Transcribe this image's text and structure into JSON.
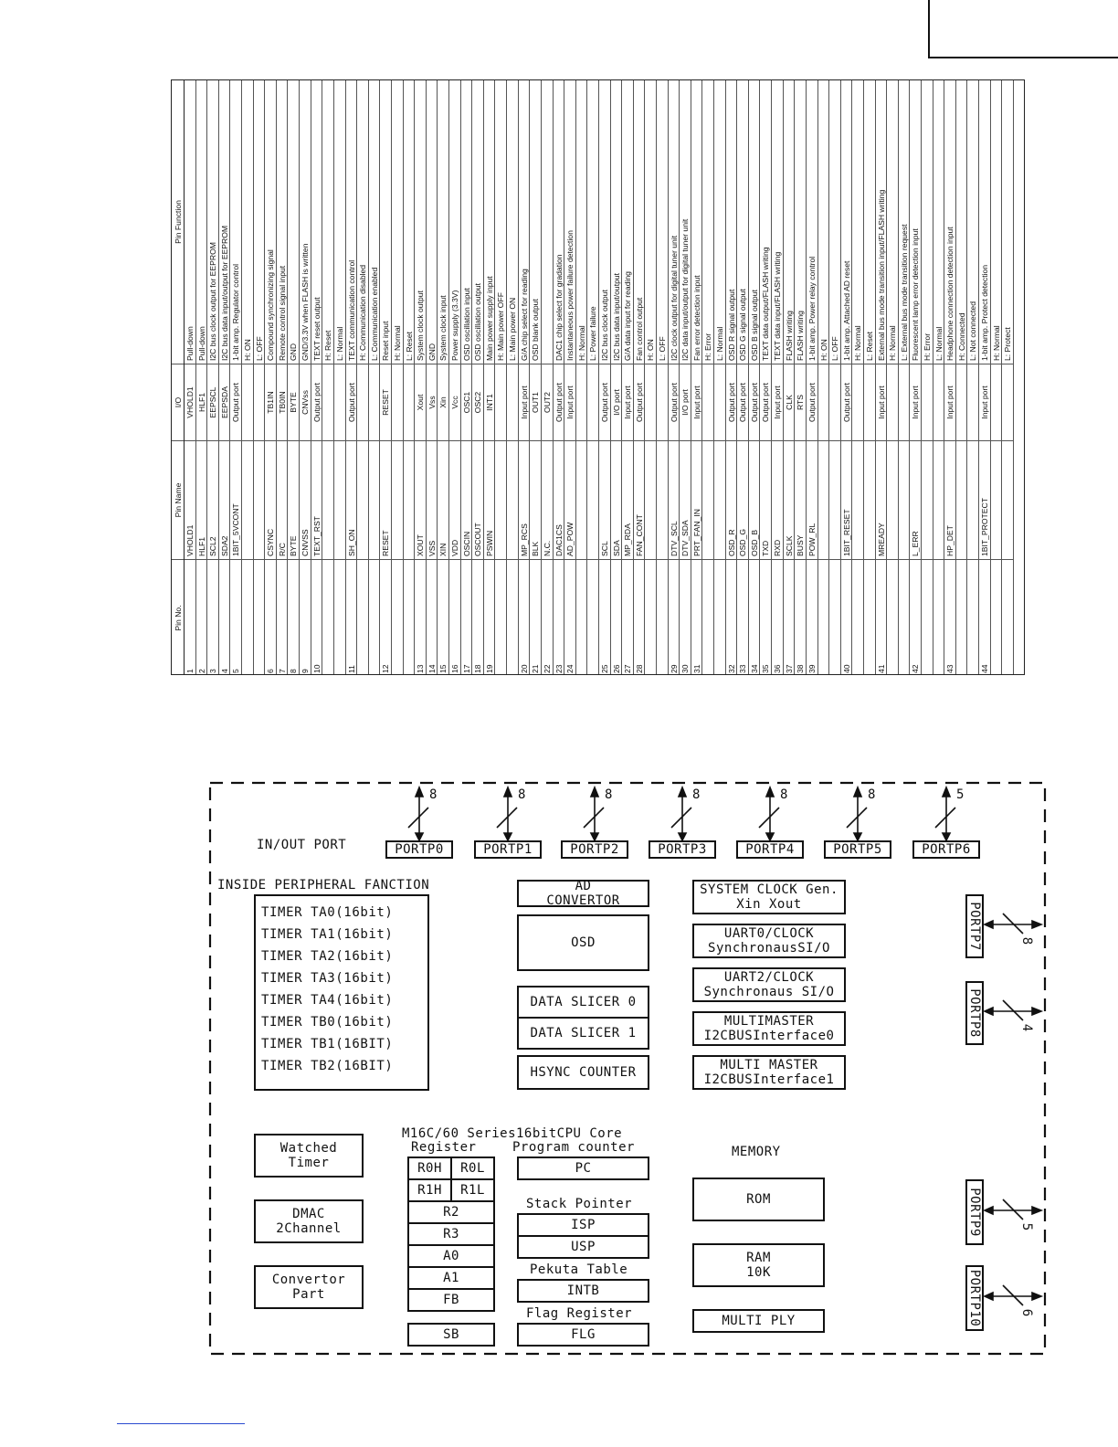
{
  "pin_table": {
    "headers": {
      "no": "Pin No.",
      "name": "Pin Name",
      "io": "I/O",
      "function": "Pin Function"
    },
    "rows": [
      {
        "no": "1",
        "name": "VHOLD1",
        "io": "VHOLD1",
        "fn": "Pull-down"
      },
      {
        "no": "2",
        "name": "HLF1",
        "io": "HLF1",
        "fn": "Pull-down"
      },
      {
        "no": "3",
        "name": "SCL2",
        "io": "EEPSCL",
        "fn": "I2C bus clock output for EEPROM"
      },
      {
        "no": "4",
        "name": "SDA2",
        "io": "EEPSDA",
        "fn": "I2C bus data input/output for EEPROM"
      },
      {
        "no": "5",
        "name": "1BIT_5VCONT",
        "io": "Output port",
        "fn": "1-bit amp.  Regulator control"
      },
      {
        "no": "",
        "name": "",
        "io": "",
        "fn": "H: ON"
      },
      {
        "no": "",
        "name": "",
        "io": "",
        "fn": "L: OFF"
      },
      {
        "no": "6",
        "name": "CSYNC",
        "io": "TB1IN",
        "fn": "Compound synchronizing signal"
      },
      {
        "no": "7",
        "name": "R/C",
        "io": "TB0IN",
        "fn": "Remote control signal input"
      },
      {
        "no": "8",
        "name": "BYTE",
        "io": "BYTE",
        "fn": "GND"
      },
      {
        "no": "9",
        "name": "CNVSS",
        "io": "CNVss",
        "fn": "GND/3.3V when FLASH is written"
      },
      {
        "no": "10",
        "name": "TEXT_RST",
        "io": "Output port",
        "fn": "TEXT reset output"
      },
      {
        "no": "",
        "name": "",
        "io": "",
        "fn": "H: Reset"
      },
      {
        "no": "",
        "name": "",
        "io": "",
        "fn": "L: Normal"
      },
      {
        "no": "11",
        "name": "SH_ON",
        "io": "Output port",
        "fn": "TEXT communication control"
      },
      {
        "no": "",
        "name": "",
        "io": "",
        "fn": "H: Communication disabled"
      },
      {
        "no": "",
        "name": "",
        "io": "",
        "fn": "L: Communication enabled"
      },
      {
        "no": "12",
        "name": "RESET",
        "io": "RESET",
        "fn": "Reset input"
      },
      {
        "no": "",
        "name": "",
        "io": "",
        "fn": "H: Normal"
      },
      {
        "no": "",
        "name": "",
        "io": "",
        "fn": "L: Reset"
      },
      {
        "no": "13",
        "name": "XOUT",
        "io": "Xout",
        "fn": "System clock output"
      },
      {
        "no": "14",
        "name": "VSS",
        "io": "Vss",
        "fn": "GND"
      },
      {
        "no": "15",
        "name": "XIN",
        "io": "Xin",
        "fn": "System clock input"
      },
      {
        "no": "16",
        "name": "VDD",
        "io": "Vcc",
        "fn": "Power supply (3.3V)"
      },
      {
        "no": "17",
        "name": "OSCIN",
        "io": "OSC1",
        "fn": "OSD oscillation input"
      },
      {
        "no": "18",
        "name": "OSCOUT",
        "io": "OSC2",
        "fn": "OSD oscillation output"
      },
      {
        "no": "19",
        "name": "PSWIN",
        "io": "INT1",
        "fn": "Main power supply input"
      },
      {
        "no": "",
        "name": "",
        "io": "",
        "fn": "H: Main power OFF"
      },
      {
        "no": "",
        "name": "",
        "io": "",
        "fn": "L: Main power ON"
      },
      {
        "no": "20",
        "name": "MP_RCS",
        "io": "Input port",
        "fn": "G/A chip select     for reading"
      },
      {
        "no": "21",
        "name": "BLK",
        "io": "OUT1",
        "fn": "OSD blank output"
      },
      {
        "no": "22",
        "name": "N.C.",
        "io": "OUT2",
        "fn": ""
      },
      {
        "no": "23",
        "name": "DAC1CS",
        "io": "Output port",
        "fn": "DAC1 chip select for gradation"
      },
      {
        "no": "24",
        "name": "AD_POW",
        "io": "Input port",
        "fn": "Instantaneous power failure detection"
      },
      {
        "no": "",
        "name": "",
        "io": "",
        "fn": "H: Normal"
      },
      {
        "no": "",
        "name": "",
        "io": "",
        "fn": "L: Power failure"
      },
      {
        "no": "25",
        "name": "SCL",
        "io": "Output port",
        "fn": "I2C bus clock output"
      },
      {
        "no": "26",
        "name": "SDA",
        "io": "I/O port",
        "fn": "I2C bus data input/output"
      },
      {
        "no": "27",
        "name": "MP_RDA",
        "io": "Input port",
        "fn": "G/A data input   for reading"
      },
      {
        "no": "28",
        "name": "FAN_CONT",
        "io": "Output port",
        "fn": "Fan control output"
      },
      {
        "no": "",
        "name": "",
        "io": "",
        "fn": "H: ON"
      },
      {
        "no": "",
        "name": "",
        "io": "",
        "fn": "L: OFF"
      },
      {
        "no": "29",
        "name": "DTV_SCL",
        "io": "Output port",
        "fn": "I2C clock output for digital tuner unit"
      },
      {
        "no": "30",
        "name": "DTV_SDA",
        "io": "I/O port",
        "fn": "I2C data input/output for digital tuner unit"
      },
      {
        "no": "31",
        "name": "PRT_FAN_IN",
        "io": "Input port",
        "fn": "Fan error detection input"
      },
      {
        "no": "",
        "name": "",
        "io": "",
        "fn": "H: Error"
      },
      {
        "no": "",
        "name": "",
        "io": "",
        "fn": "L: Normal"
      },
      {
        "no": "32",
        "name": "OSD_R",
        "io": "Output port",
        "fn": "OSD R signal output"
      },
      {
        "no": "33",
        "name": "OSD_G",
        "io": "Output port",
        "fn": "OSD G signal output"
      },
      {
        "no": "34",
        "name": "OSD_B",
        "io": "Output port",
        "fn": "OSD B signal output"
      },
      {
        "no": "35",
        "name": "TXD",
        "io": "Output port",
        "fn": "TEXT data output/FLASH writing"
      },
      {
        "no": "36",
        "name": "RXD",
        "io": "Input port",
        "fn": "TEXT data input/FLASH writing"
      },
      {
        "no": "37",
        "name": "SCLK",
        "io": "CLK",
        "fn": "FLASH writing"
      },
      {
        "no": "38",
        "name": "BUSY",
        "io": "RTS",
        "fn": "FLASH writing"
      },
      {
        "no": "39",
        "name": "POW_RL",
        "io": "Output port",
        "fn": "1-bit amp.  Power relay control"
      },
      {
        "no": "",
        "name": "",
        "io": "",
        "fn": "H: ON"
      },
      {
        "no": "",
        "name": "",
        "io": "",
        "fn": "L: OFF"
      },
      {
        "no": "40",
        "name": "1BIT_RESET",
        "io": "Output port",
        "fn": "1-bit amp. Attached AD reset"
      },
      {
        "no": "",
        "name": "",
        "io": "",
        "fn": "H: Normal"
      },
      {
        "no": "",
        "name": "",
        "io": "",
        "fn": "L: Reset"
      },
      {
        "no": "41",
        "name": "MREADY",
        "io": "Input port",
        "fn": "External bus mode transition input/FLASH writing"
      },
      {
        "no": "",
        "name": "",
        "io": "",
        "fn": "H: Normal"
      },
      {
        "no": "",
        "name": "",
        "io": "",
        "fn": "L: External bus mode transition request"
      },
      {
        "no": "42",
        "name": "L_ERR",
        "io": "Input port",
        "fn": "Fluorescent lamp error detection input"
      },
      {
        "no": "",
        "name": "",
        "io": "",
        "fn": "H: Error"
      },
      {
        "no": "",
        "name": "",
        "io": "",
        "fn": "L: Normal"
      },
      {
        "no": "43",
        "name": "HP_DET",
        "io": "Input port",
        "fn": "Headphone connection detection input"
      },
      {
        "no": "",
        "name": "",
        "io": "",
        "fn": "H: Connected"
      },
      {
        "no": "",
        "name": "",
        "io": "",
        "fn": "L: Not connected"
      },
      {
        "no": "44",
        "name": "1BIT_PROTECT",
        "io": "Input port",
        "fn": "1-bit amp. Protect detection"
      },
      {
        "no": "",
        "name": "",
        "io": "",
        "fn": "H: Normal"
      },
      {
        "no": "",
        "name": "",
        "io": "",
        "fn": "L: Protect"
      }
    ]
  },
  "block_diagram": {
    "in_out_label": "IN/OUT PORT",
    "ports_top": [
      {
        "label": "PORTP0",
        "bits": "8"
      },
      {
        "label": "PORTP1",
        "bits": "8"
      },
      {
        "label": "PORTP2",
        "bits": "8"
      },
      {
        "label": "PORTP3",
        "bits": "8"
      },
      {
        "label": "PORTP4",
        "bits": "8"
      },
      {
        "label": "PORTP5",
        "bits": "8"
      },
      {
        "label": "PORTP6",
        "bits": "5"
      }
    ],
    "ports_right": [
      {
        "label": "PORTP7",
        "bits": "8"
      },
      {
        "label": "PORTP8",
        "bits": "4"
      },
      {
        "label": "PORTP9",
        "bits": "5"
      },
      {
        "label": "PORTP10",
        "bits": "6"
      }
    ],
    "inside_peripheral_label": "INSIDE PERIPHERAL FANCTION",
    "timers": [
      "TIMER TA0(16bit)",
      "TIMER TA1(16bit)",
      "TIMER TA2(16bit)",
      "TIMER TA3(16bit)",
      "TIMER TA4(16bit)",
      "TIMER TB0(16bit)",
      "TIMER TB1(16BIT)",
      "TIMER TB2(16BIT)"
    ],
    "ad_conv": [
      "AD",
      "CONVERTOR"
    ],
    "osd": "OSD",
    "data_slicer_0": "DATA SLICER 0",
    "data_slicer_1": "DATA SLICER 1",
    "hsync": "HSYNC COUNTER",
    "sysclk": [
      "SYSTEM CLOCK Gen.",
      "Xin Xout"
    ],
    "uart0": [
      "UART0/CLOCK",
      "SynchronausSI/O"
    ],
    "uart2": [
      "UART2/CLOCK",
      "Synchronaus SI/O"
    ],
    "i2c0": [
      "MULTIMASTER",
      "I2CBUSInterface0"
    ],
    "i2c1": [
      "MULTI MASTER",
      "I2CBUSInterface1"
    ],
    "watched_timer": [
      "Watched",
      "Timer"
    ],
    "dmac": [
      "DMAC",
      "2Channel"
    ],
    "convertor": [
      "Convertor",
      "Part"
    ],
    "cpu_core_label": "M16C/60 Series16bitCPU Core",
    "register_label": "Register",
    "registers": {
      "r0h": "R0H",
      "r0l": "R0L",
      "r1h": "R1H",
      "r1l": "R1L",
      "r2": "R2",
      "r3": "R3",
      "a0": "A0",
      "a1": "A1",
      "fb": "FB",
      "sb": "SB"
    },
    "program_counter_label": "Program counter",
    "pc": "PC",
    "stack_pointer_label": "Stack Pointer",
    "isp": "ISP",
    "usp": "USP",
    "pekuta_label": "Pekuta Table",
    "intb": "INTB",
    "flag_label": "Flag Register",
    "flg": "FLG",
    "memory_label": "MEMORY",
    "rom": "ROM",
    "ram": [
      "RAM",
      "10K"
    ],
    "multiply": "MULTI PLY"
  }
}
